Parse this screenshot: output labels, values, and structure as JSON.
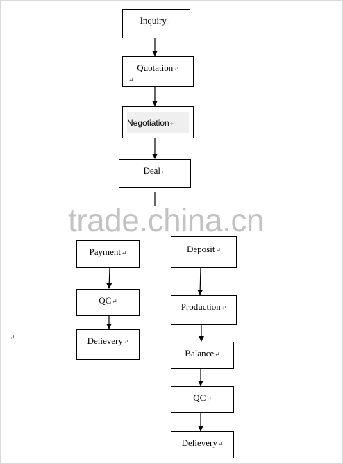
{
  "paragraph_mark": "↵",
  "watermark": "trade.china.cn",
  "nodes": {
    "inquiry": "Inquiry",
    "quotation": "Quotation",
    "negotiation": "Negotiation",
    "deal": "Deal",
    "payment": "Payment",
    "qc_left": "QC",
    "delivery_left": "Delievery",
    "deposit": "Deposit",
    "production": "Production",
    "balance": "Balance",
    "qc_right": "QC",
    "delivery_right": "Delievery"
  }
}
